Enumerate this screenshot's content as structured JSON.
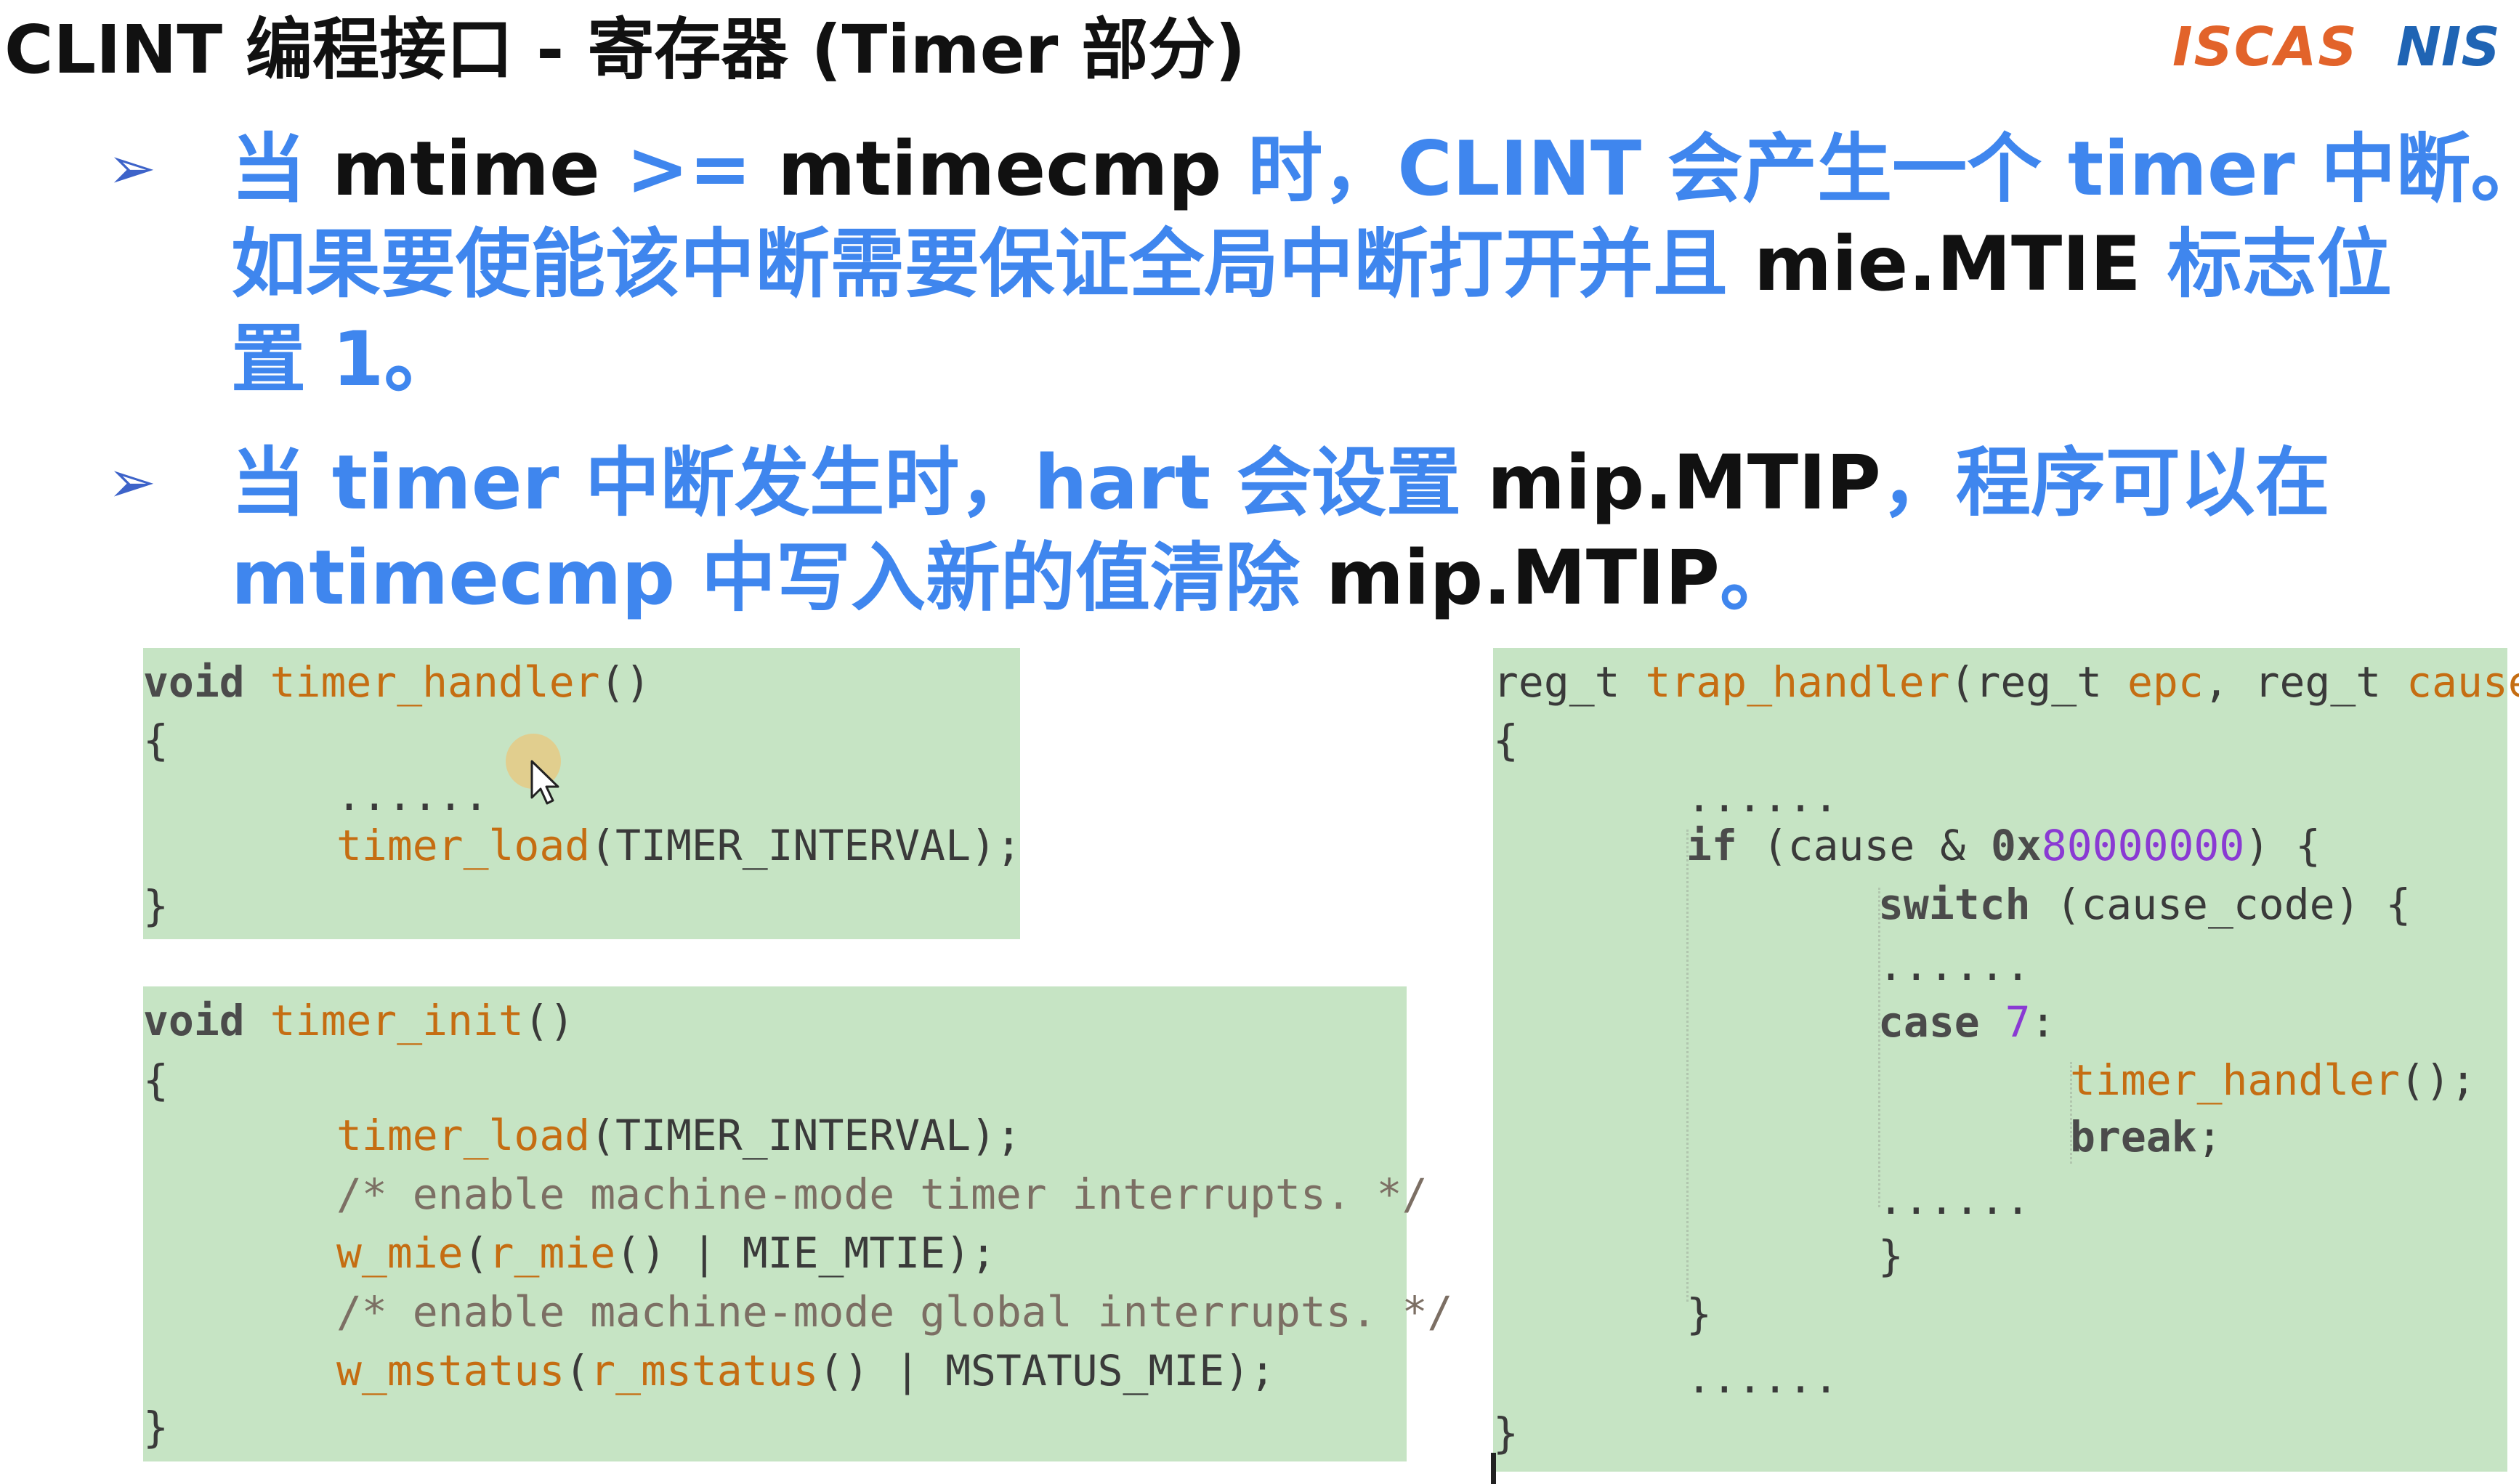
{
  "slide": {
    "title": "CLINT 编程接口 - 寄存器 (Timer 部分)"
  },
  "logos": {
    "iscas": "ISCAS",
    "nis": "NIS"
  },
  "bullets": [
    {
      "marker": "➢",
      "line1": {
        "p1": "当 ",
        "k1": "mtime",
        "p2": " >= ",
        "k2": "mtimecmp",
        "p3": " 时，CLINT 会产生一个 timer 中断。"
      },
      "line2": {
        "p1": "如果要使能该中断需要保证全局中断打开并且 ",
        "k1": "mie.MTIE",
        "p2": " 标志位"
      },
      "line3": {
        "p1": "置 1。"
      }
    },
    {
      "marker": "➢",
      "line1": {
        "p1": "当 timer 中断发生时，hart 会设置 ",
        "k1": "mip.MTIP",
        "p2": "，程序可以在"
      },
      "line2": {
        "p1": "mtimecmp 中写入新的值清除 ",
        "k1": "mip.MTIP",
        "p2": "。"
      }
    }
  ],
  "code": {
    "timer_handler": {
      "l1": {
        "kw": "void",
        "fn": "timer_handler",
        "rest": "()"
      },
      "l2": "{",
      "l3": "......",
      "l4": {
        "fn": "timer_load",
        "rest": "(TIMER_INTERVAL);"
      },
      "l5": "}"
    },
    "timer_init": {
      "l1": {
        "kw": "void",
        "fn": "timer_init",
        "rest": "()"
      },
      "l2": "{",
      "l3": {
        "fn": "timer_load",
        "rest": "(TIMER_INTERVAL);"
      },
      "l4": "/* enable machine-mode timer interrupts. */",
      "l5": {
        "fn1": "w_mie",
        "p1": "(",
        "fn2": "r_mie",
        "rest": "() | MIE_MTIE);"
      },
      "l6": "/* enable machine-mode global interrupts. */",
      "l7": {
        "fn1": "w_mstatus",
        "p1": "(",
        "fn2": "r_mstatus",
        "rest": "() | MSTATUS_MIE);"
      },
      "l8": "}"
    },
    "trap_handler": {
      "l1": {
        "t1": "reg_t ",
        "fn": "trap_handler",
        "p1": "(reg_t ",
        "a1": "epc",
        "p2": ", reg_t ",
        "a2": "cause",
        "p3": ")"
      },
      "l2": "{",
      "l3": "......",
      "l4": {
        "kw": "if",
        "p1": " (cause & ",
        "hex_prefix": "0x",
        "hex_digits": "80000000",
        "p2": ") {"
      },
      "l5": {
        "kw": "switch",
        "rest": " (cause_code) {"
      },
      "l6": "......",
      "l7": {
        "kw": "case",
        "p1": " ",
        "num": "7",
        "p2": ":"
      },
      "l8": {
        "fn": "timer_handler",
        "rest": "();"
      },
      "l9": {
        "kw": "break",
        "rest": ";"
      },
      "l10": "......",
      "l11": "}",
      "l12": "}",
      "l13": "......",
      "l14": "}"
    }
  }
}
